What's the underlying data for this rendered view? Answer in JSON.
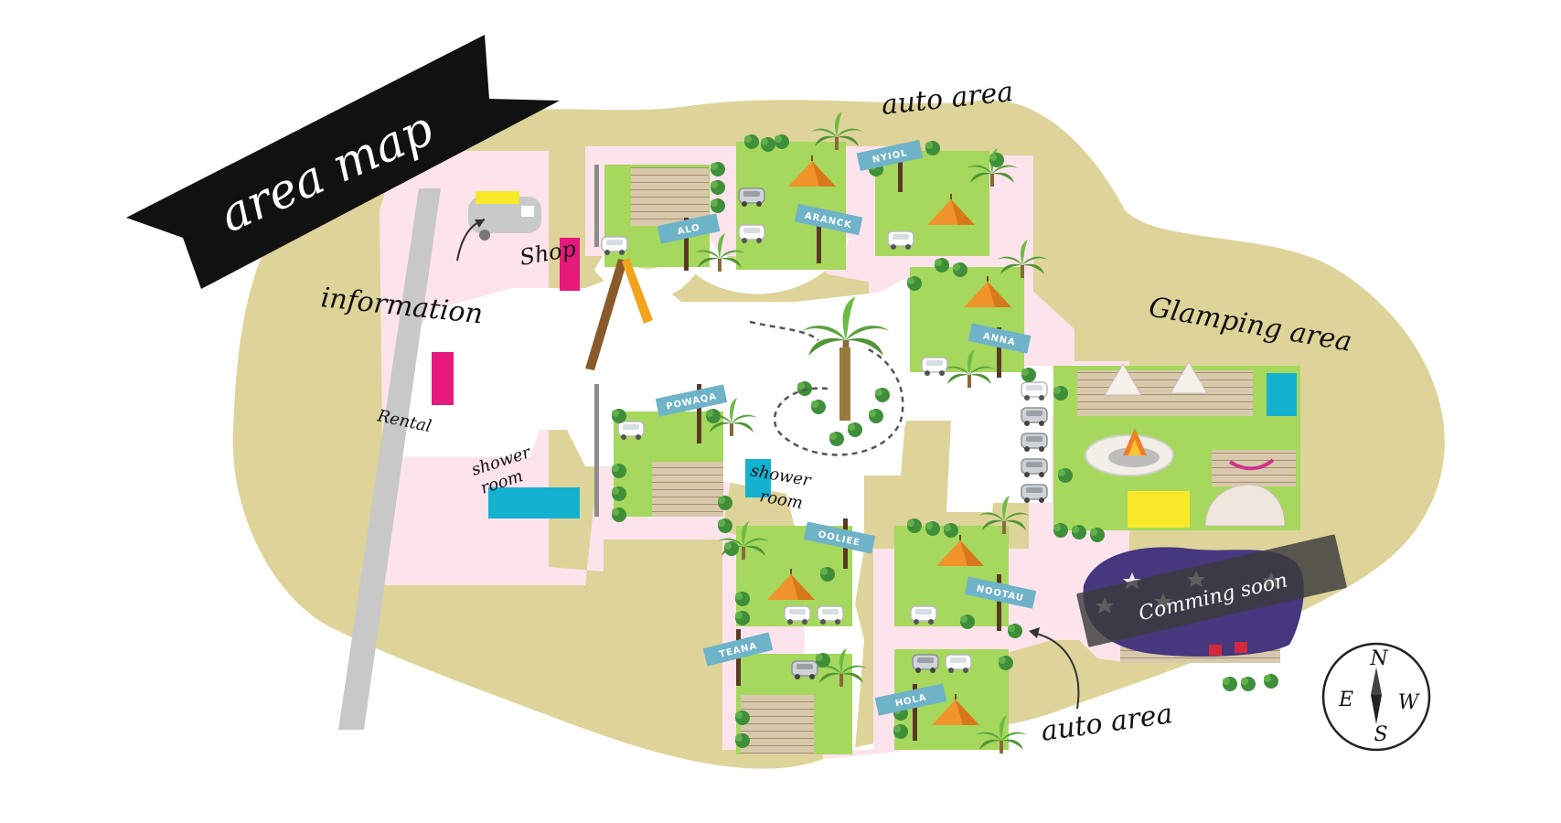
{
  "title": "area map",
  "labels": {
    "information": "information",
    "shop": "Shop",
    "rental": "Rental",
    "shower_left": [
      "shower",
      "room"
    ],
    "shower_center": [
      "shower",
      "room"
    ],
    "auto_area_top": "auto area",
    "auto_area_bottom": "auto area",
    "glamping": "Glamping area",
    "coming_soon": "Comming soon"
  },
  "site_signs": [
    "ALO",
    "ARANCK",
    "NYIOL",
    "ANNA",
    "POWAQA",
    "OOLIEE",
    "NOOTAU",
    "TEANA",
    "HOLA"
  ],
  "compass": {
    "n": "N",
    "e": "E",
    "w": "W",
    "s": "S"
  },
  "colors": {
    "land": "#ded49a",
    "path": "#fde3ec",
    "road": "#c8c8c8",
    "grass": "#a5d85d",
    "tent": "#f0932b",
    "sign": "#6fb3c9",
    "magenta": "#e6197c",
    "cyan": "#14b1d0",
    "night": "#45387e",
    "banner": "#111111"
  }
}
